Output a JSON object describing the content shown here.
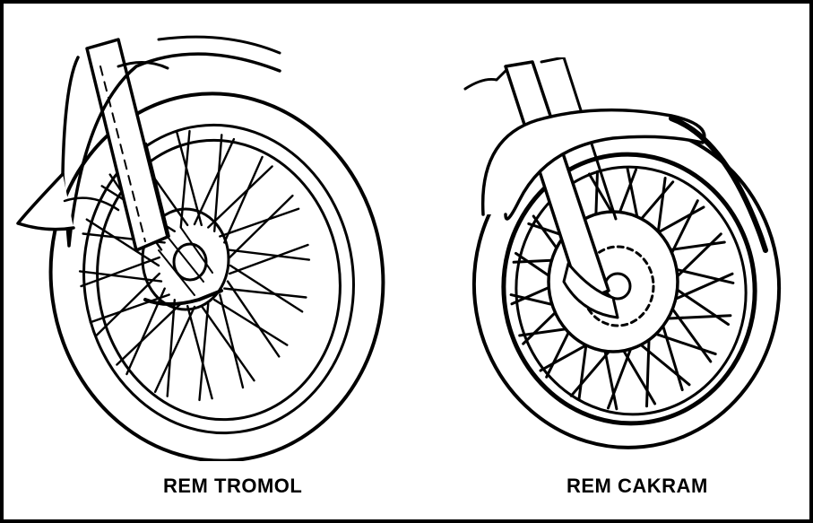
{
  "captions": {
    "left": "REM TROMOL",
    "right": "REM CAKRAM"
  },
  "colors": {
    "ink": "#000000",
    "paper": "#ffffff"
  },
  "figures": {
    "left_wheel_spokes": 32,
    "right_wheel_spokes": 36
  }
}
